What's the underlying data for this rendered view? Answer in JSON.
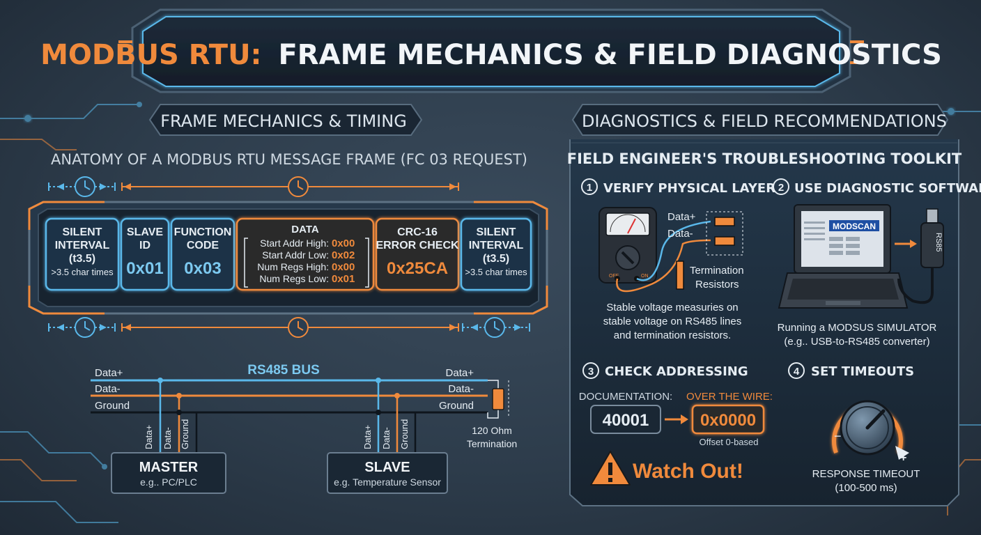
{
  "title": {
    "part1": "MODBUS RTU:",
    "part2": "FRAME MECHANICS & FIELD DIAGNOSTICS"
  },
  "left": {
    "heading": "FRAME MECHANICS & TIMING",
    "frame_title": "ANATOMY OF A MODBUS RTU MESSAGE FRAME (FC 03 REQUEST)",
    "fields": [
      {
        "lines": [
          "SILENT",
          "INTERVAL",
          "(t3.5)"
        ],
        "sub": ">3.5 char times"
      },
      {
        "lines": [
          "SLAVE",
          "ID"
        ],
        "value": "0x01"
      },
      {
        "lines": [
          "FUNCTION",
          "CODE"
        ],
        "value": "0x03"
      },
      {
        "lines": [
          "DATA"
        ],
        "rows": [
          {
            "label": "Start Addr High:",
            "value": "0x00"
          },
          {
            "label": "Start Addr Low:",
            "value": "0x02"
          },
          {
            "label": "Num Regs High:",
            "value": "0x00"
          },
          {
            "label": "Num Regs Low:",
            "value": "0x01"
          }
        ]
      },
      {
        "lines": [
          "CRC-16",
          "ERROR CHECK"
        ],
        "value": "0x25CA"
      },
      {
        "lines": [
          "SILENT",
          "INTERVAL",
          "(t3.5)"
        ],
        "sub": ">3.5 char times"
      }
    ],
    "bus": {
      "title": "RS485 BUS",
      "lines_left": [
        "Data+",
        "Data-",
        "Ground"
      ],
      "lines_right": [
        "Data+",
        "Data-",
        "Ground"
      ],
      "drops": [
        "Data+",
        "Data-",
        "Ground"
      ],
      "termination": [
        "120 Ohm",
        "Termination"
      ],
      "master": {
        "title": "MASTER",
        "sub": "e.g.. PC/PLC"
      },
      "slave": {
        "title": "SLAVE",
        "sub": "e.g. Temperature Sensor"
      }
    }
  },
  "right": {
    "heading": "DIAGNOSTICS & FIELD RECOMMENDATIONS",
    "toolkit": "FIELD ENGINEER'S TROUBLESHOOTING TOOLKIT",
    "step1": {
      "num": "1",
      "title": "VERIFY PHYSICAL LAYER",
      "wire1": "Data+",
      "wire2": "Data-",
      "meter_off": "OFF",
      "meter_on": "ON",
      "res_label": [
        "Termination",
        "Resistors"
      ],
      "caption": [
        "Stable voltage measuries on",
        "stable voltage on RS485 lines",
        "and termination resistors."
      ]
    },
    "step2": {
      "num": "2",
      "title": "USE DIAGNOSTIC SOFTWARE",
      "screen": "MODSCAN",
      "usb": "RS85",
      "caption": [
        "Running a MODSUS SIMULATOR",
        "(e.g.. USB-to-RS485 converter)"
      ]
    },
    "step3": {
      "num": "3",
      "title": "CHECK ADDRESSING",
      "doc_label": "DOCUMENTATION:",
      "wire_label": "OVER THE WIRE:",
      "doc_value": "40001",
      "wire_value": "0x0000",
      "offset": "Offset 0-based",
      "warning": "Watch Out!"
    },
    "step4": {
      "num": "4",
      "title": "SET TIMEOUTS",
      "minus": "−",
      "plus": "+",
      "caption": [
        "RESPONSE TIMEOUT",
        "(100-500 ms)"
      ]
    }
  },
  "colors": {
    "orange": "#f08a3c",
    "cyan": "#5ab8ea",
    "panel": "#1c2a38",
    "text": "#e6edf3"
  }
}
